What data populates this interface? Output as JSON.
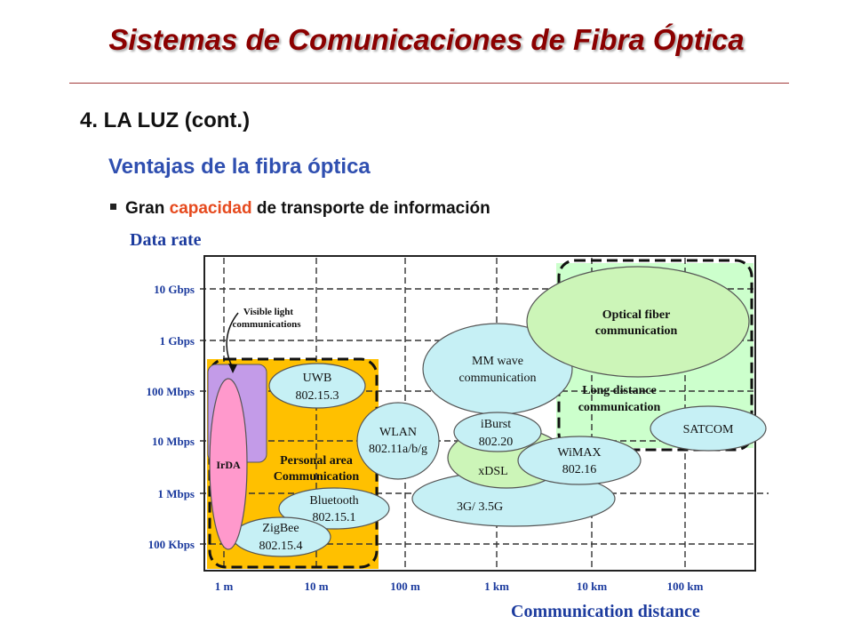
{
  "slide": {
    "title": "Sistemas de Comunicaciones de Fibra Óptica",
    "section": "4. LA LUZ (cont.)",
    "subtitle": "Ventajas de la fibra óptica",
    "bullet": {
      "before": "Gran ",
      "highlight": "capacidad",
      "after": " de transporte de información"
    }
  },
  "colors": {
    "title": "#8b0000",
    "subtitle": "#2f4fb0",
    "highlight": "#e64a1e",
    "axis_label": "#1c3b9e",
    "pan_fill": "#ffc000",
    "long_fill": "#ccffcc",
    "ellipse_fill": "#c6f0f5",
    "green_fill": "#ccf5b8",
    "vlc_fill": "#c39be8",
    "irda_fill": "#ff99cc"
  },
  "diagram": {
    "y_axis_title": "Data rate",
    "x_axis_title": "Communication distance",
    "y_ticks": [
      "10 Gbps",
      "1 Gbps",
      "100 Mbps",
      "10 Mbps",
      "1 Mbps",
      "100 Kbps"
    ],
    "x_ticks": [
      "1 m",
      "10 m",
      "100 m",
      "1 km",
      "10 km",
      "100 km"
    ],
    "annotations": {
      "vlc": [
        "Visible light",
        "communications"
      ],
      "pan": [
        "Personal area",
        "Communication"
      ],
      "long": [
        "Long distance",
        "communication"
      ]
    },
    "ellipses": {
      "optical": [
        "Optical fiber",
        "communication"
      ],
      "mmwave": [
        "MM wave",
        "communication"
      ],
      "uwb": [
        "UWB",
        "802.15.3"
      ],
      "wlan": [
        "WLAN",
        "802.11a/b/g"
      ],
      "iburst": [
        "iBurst",
        "802.20"
      ],
      "xdsl": [
        "xDSL"
      ],
      "wimax": [
        "WiMAX",
        "802.16"
      ],
      "g3": [
        "3G/ 3.5G"
      ],
      "satcom": [
        "SATCOM"
      ],
      "bluetooth": [
        "Bluetooth",
        "802.15.1"
      ],
      "zigbee": [
        "ZigBee",
        "802.15.4"
      ],
      "irda": [
        "IrDA"
      ]
    }
  }
}
